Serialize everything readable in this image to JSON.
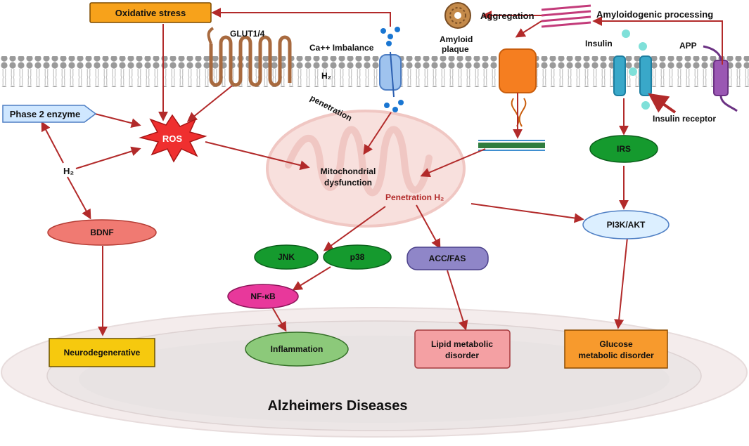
{
  "footer": {
    "disease": "Alzheimers Diseases"
  },
  "top": {
    "oxidative_stress": "Oxidative stress",
    "glut": "GLUT1/4",
    "ca_imbalance": "Ca++ Imbalance",
    "h2_penetration_h2": "H₂",
    "h2_penetration_text": "penetration",
    "aggregation": "Aggregation",
    "amyloidogenic": "Amyloidogenic processing",
    "amyloid_plaque_line1": "Amyloid",
    "amyloid_plaque_line2": "plaque",
    "insulin": "Insulin",
    "app": "APP",
    "insulin_receptor": "Insulin receptor"
  },
  "left": {
    "phase2": "Phase 2 enzyme",
    "ros": "ROS",
    "h2": "H₂",
    "bdnf": "BDNF",
    "neurodegenerative": "Neurodegenerative"
  },
  "center": {
    "mito_line1": "Mitochondrial",
    "mito_line2": "dysfunction",
    "penetration_h2": "Penetration H₂",
    "jnk": "JNK",
    "p38": "p38",
    "nfkb": "NF-κB",
    "inflammation": "Inflammation",
    "accfas": "ACC/FAS",
    "lipid_line1": "Lipid metabolic",
    "lipid_line2": "disorder"
  },
  "right": {
    "irs": "IRS",
    "pi3k": "PI3K/AKT",
    "glucose_line1": "Glucose",
    "glucose_line2": "metabolic disorder"
  },
  "colors": {
    "arrow": "#b22a2a",
    "orange": "#f7a21b",
    "green": "#159a2e",
    "light_green": "#8cc97a",
    "pink_red": "#f07a72",
    "magenta": "#e8389b",
    "purple": "#8f86c8",
    "light_blue": "#dcefff",
    "yellow": "#f6c90e",
    "lipid_pink": "#f4a0a3",
    "glucose_orange": "#f79a2d"
  }
}
